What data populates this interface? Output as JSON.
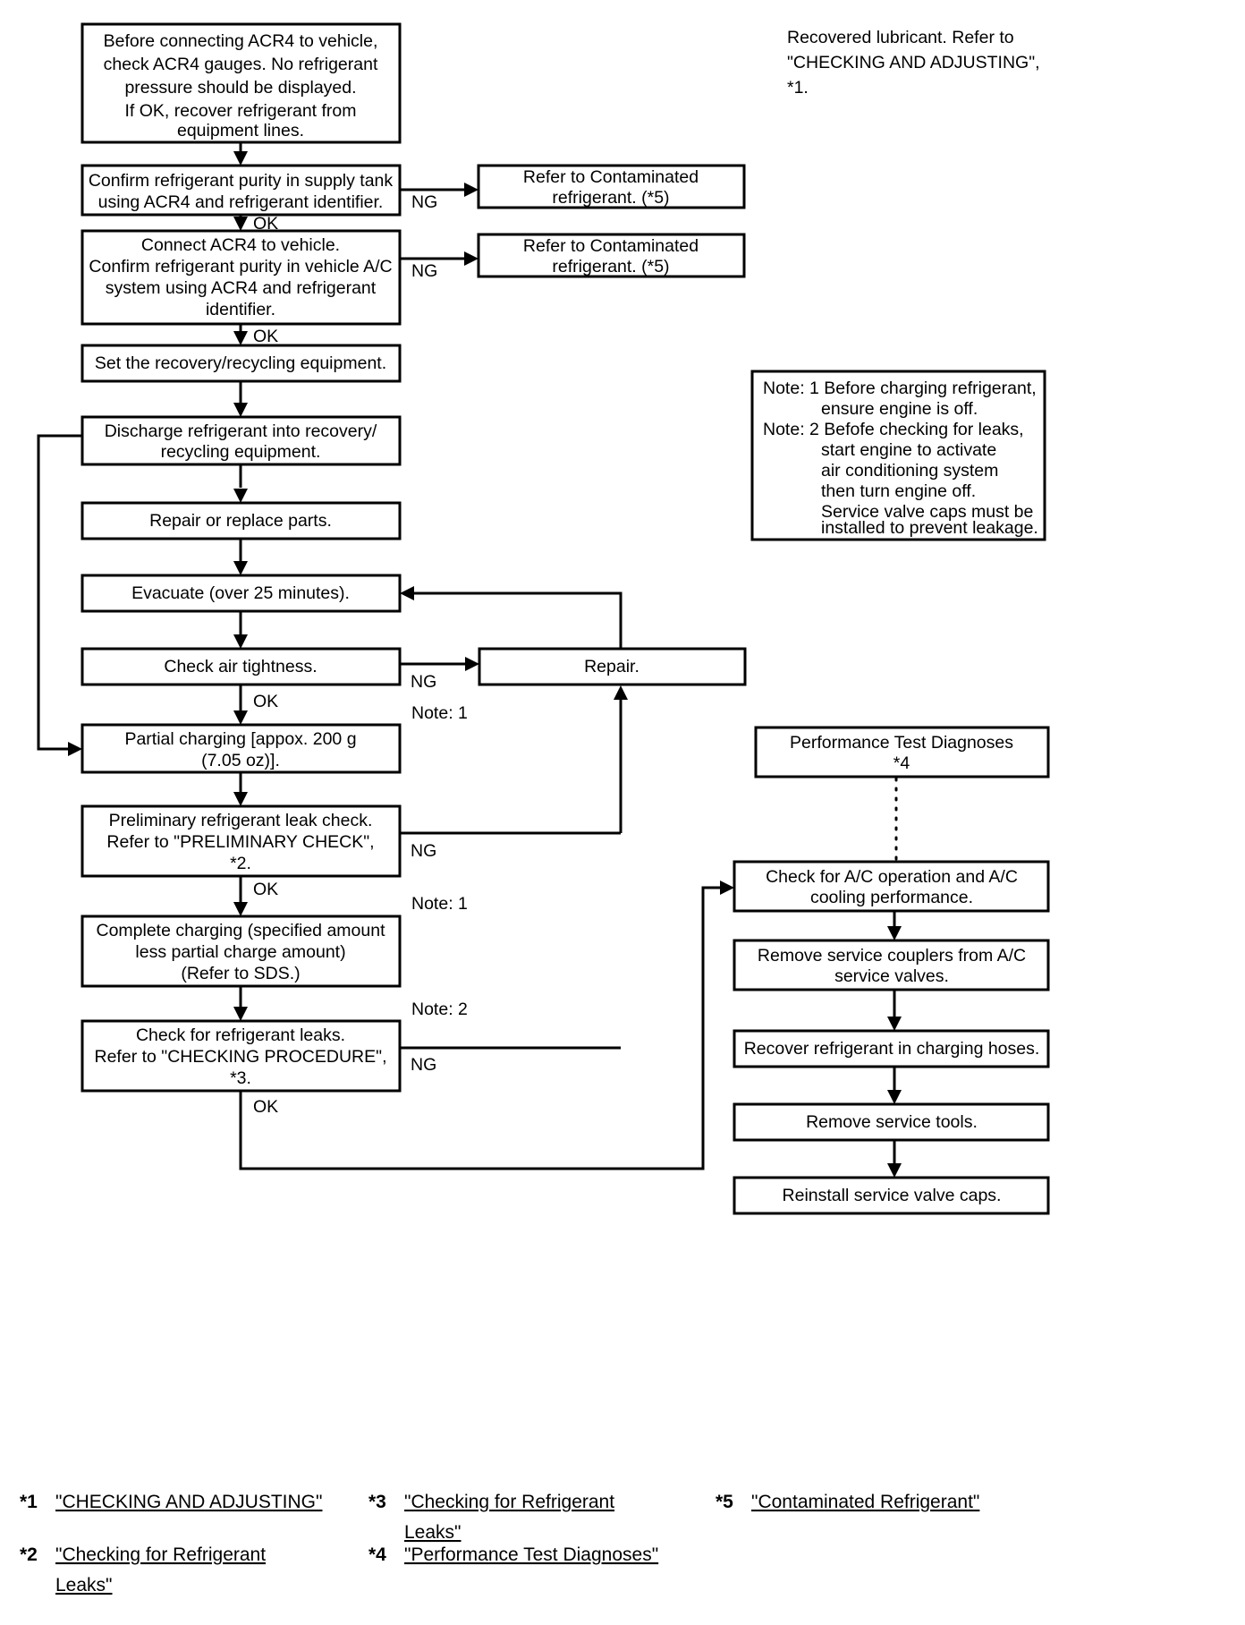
{
  "document": {
    "title": "A/C Refrigerant Recovery, Recycling and Charging Flowchart"
  },
  "top_note": {
    "name": "recovered-lubricant-note",
    "lines": [
      "Recovered lubricant. Refer to",
      "\"CHECKING AND ADJUSTING\",",
      "*1."
    ]
  },
  "side_note": {
    "name": "notes-box",
    "lines": [
      "Note: 1 Before charging refrigerant,",
      "ensure engine is off.",
      "Note: 2 Befofe checking for leaks,",
      "start engine to activate",
      "air conditioning system",
      "then turn engine off.",
      "Service valve caps must be",
      "installed to prevent leakage."
    ]
  },
  "boxes": {
    "b1": [
      "Before connecting ACR4 to vehicle,",
      "check ACR4 gauges. No refrigerant",
      "pressure should be displayed.",
      "If OK, recover refrigerant from",
      "equipment lines."
    ],
    "b2": [
      "Confirm refrigerant purity in supply tank",
      "using ACR4 and refrigerant identifier."
    ],
    "b2ng": [
      "Refer to Contaminated",
      "refrigerant. (*5)"
    ],
    "b3": [
      "Connect ACR4 to vehicle.",
      "Confirm refrigerant purity in vehicle A/C",
      "system using ACR4 and refrigerant",
      "identifier."
    ],
    "b3ng": [
      "Refer to Contaminated",
      "refrigerant. (*5)"
    ],
    "b4": [
      "Set the recovery/recycling equipment."
    ],
    "b5": [
      "Discharge refrigerant into recovery/",
      "recycling equipment."
    ],
    "b6": [
      "Repair or replace parts."
    ],
    "b7": [
      "Evacuate (over 25 minutes)."
    ],
    "b8": [
      "Check air tightness."
    ],
    "b9": [
      "Repair."
    ],
    "b10": [
      "Partial charging [appox. 200 g",
      "(7.05 oz)]."
    ],
    "b11": [
      "Preliminary refrigerant leak check.",
      "Refer to \"PRELIMINARY CHECK\",",
      "*2."
    ],
    "b12": [
      "Complete charging (specified amount",
      "less partial charge amount)",
      "(Refer to SDS.)"
    ],
    "b13": [
      "Check for refrigerant leaks.",
      "Refer to \"CHECKING PROCEDURE\",",
      "*3."
    ],
    "b14": [
      "Performance Test Diagnoses",
      "*4"
    ],
    "b15": [
      "Check for A/C operation and A/C",
      "cooling performance."
    ],
    "b16": [
      "Remove service couplers from A/C",
      "service valves."
    ],
    "b17": [
      "Recover refrigerant in charging hoses."
    ],
    "b18": [
      "Remove service tools."
    ],
    "b19": [
      "Reinstall service valve caps."
    ]
  },
  "edge_labels": {
    "ng1": "NG",
    "ok1": "OK",
    "ng2": "NG",
    "ok2": "OK",
    "ng3": "NG",
    "ok3": "OK",
    "note1_a": "Note: 1",
    "ng4": "NG",
    "ok4": "OK",
    "note1_b": "Note: 1",
    "note2": "Note: 2",
    "ng5": "NG",
    "ok5": "OK"
  },
  "footnotes": [
    {
      "num": "*1",
      "text": "\"CHECKING AND ADJUSTING\""
    },
    {
      "num": "*2",
      "text": "\"Checking for Refrigerant",
      "text2": "Leaks\""
    },
    {
      "num": "*3",
      "text": "\"Checking for Refrigerant",
      "text2": "Leaks\""
    },
    {
      "num": "*4",
      "text": "\"Performance Test Diagnoses\""
    },
    {
      "num": "*5",
      "text": "\"Contaminated Refrigerant\""
    }
  ],
  "colors": {
    "stroke": "#000000",
    "fill": "#ffffff",
    "text": "#000000"
  }
}
